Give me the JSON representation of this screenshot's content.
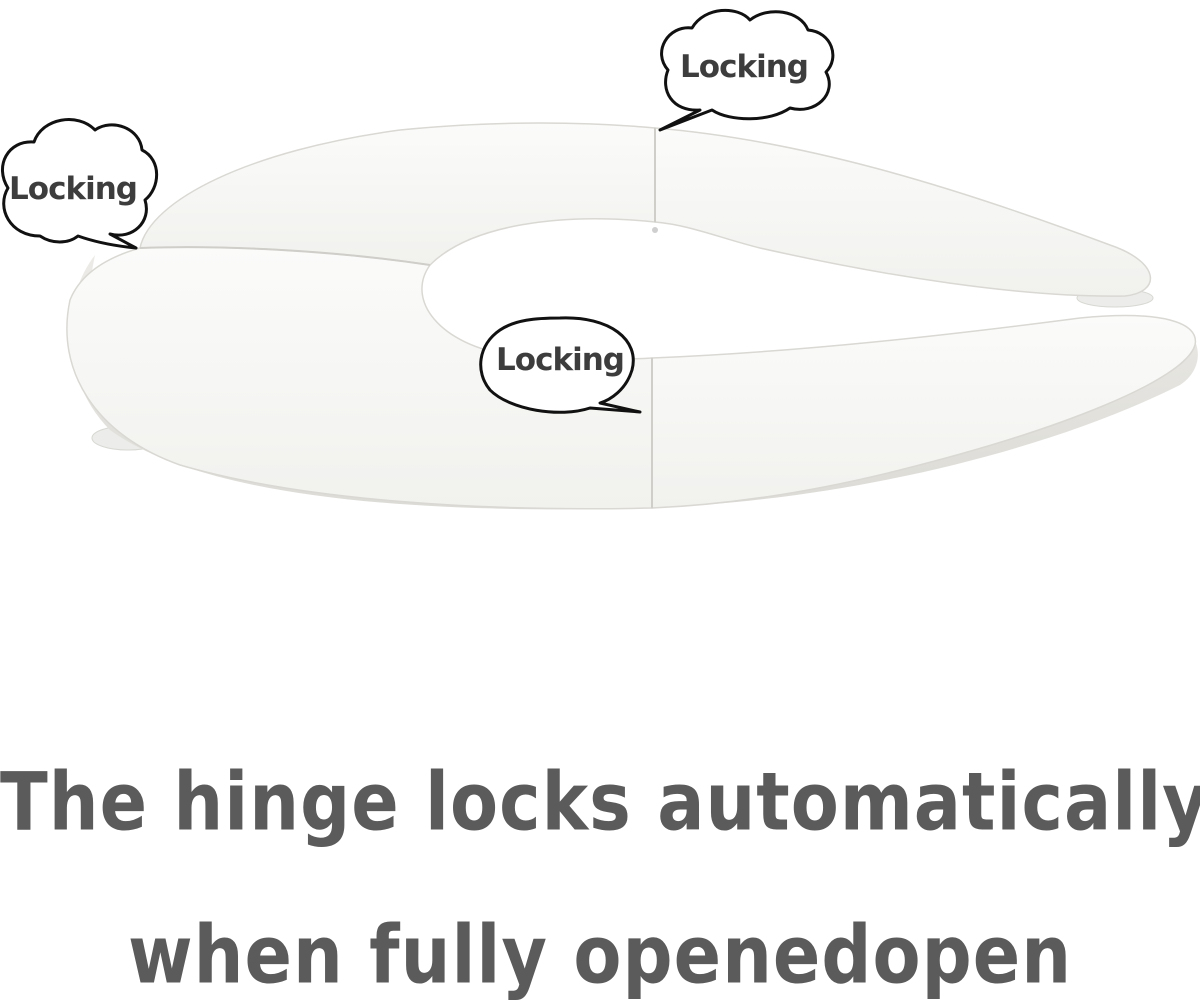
{
  "callouts": [
    {
      "id": "top",
      "label": "Locking"
    },
    {
      "id": "left",
      "label": "Locking"
    },
    {
      "id": "middle",
      "label": "Locking"
    }
  ],
  "caption": {
    "line1": "The hinge locks automatically",
    "line2": "when fully openedopen"
  }
}
